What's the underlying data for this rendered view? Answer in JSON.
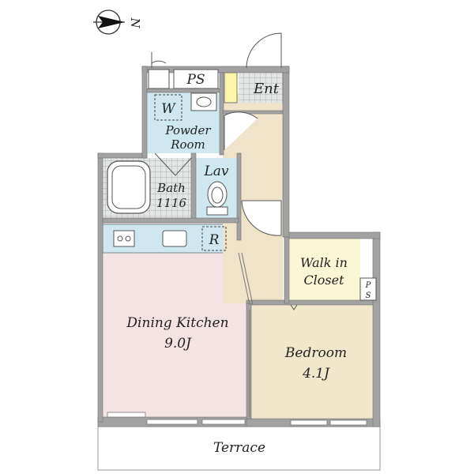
{
  "compass": {
    "direction_label": "N"
  },
  "rooms": {
    "ps_top": "PS",
    "entrance": "Ent",
    "washer": "W",
    "powder_room": [
      "Powder",
      "Room"
    ],
    "lavatory": "Lav",
    "bath": [
      "Bath",
      "1116"
    ],
    "refrigerator": "R",
    "walk_in_closet": [
      "Walk in",
      "Closet"
    ],
    "ps_side": [
      "P",
      "S"
    ],
    "dining_kitchen": [
      "Dining Kitchen",
      "9.0J"
    ],
    "bedroom": [
      "Bedroom",
      "4.1J"
    ],
    "terrace": "Terrace"
  },
  "colors": {
    "wall": "#a2a2a2",
    "wet_area": "#cfe8ef",
    "hallway": "#efe4c9",
    "dining_kitchen": "#f4e3e3",
    "bedroom": "#f1e8cc",
    "closet": "#fbf6d4",
    "tile": "#d9dcdc"
  }
}
